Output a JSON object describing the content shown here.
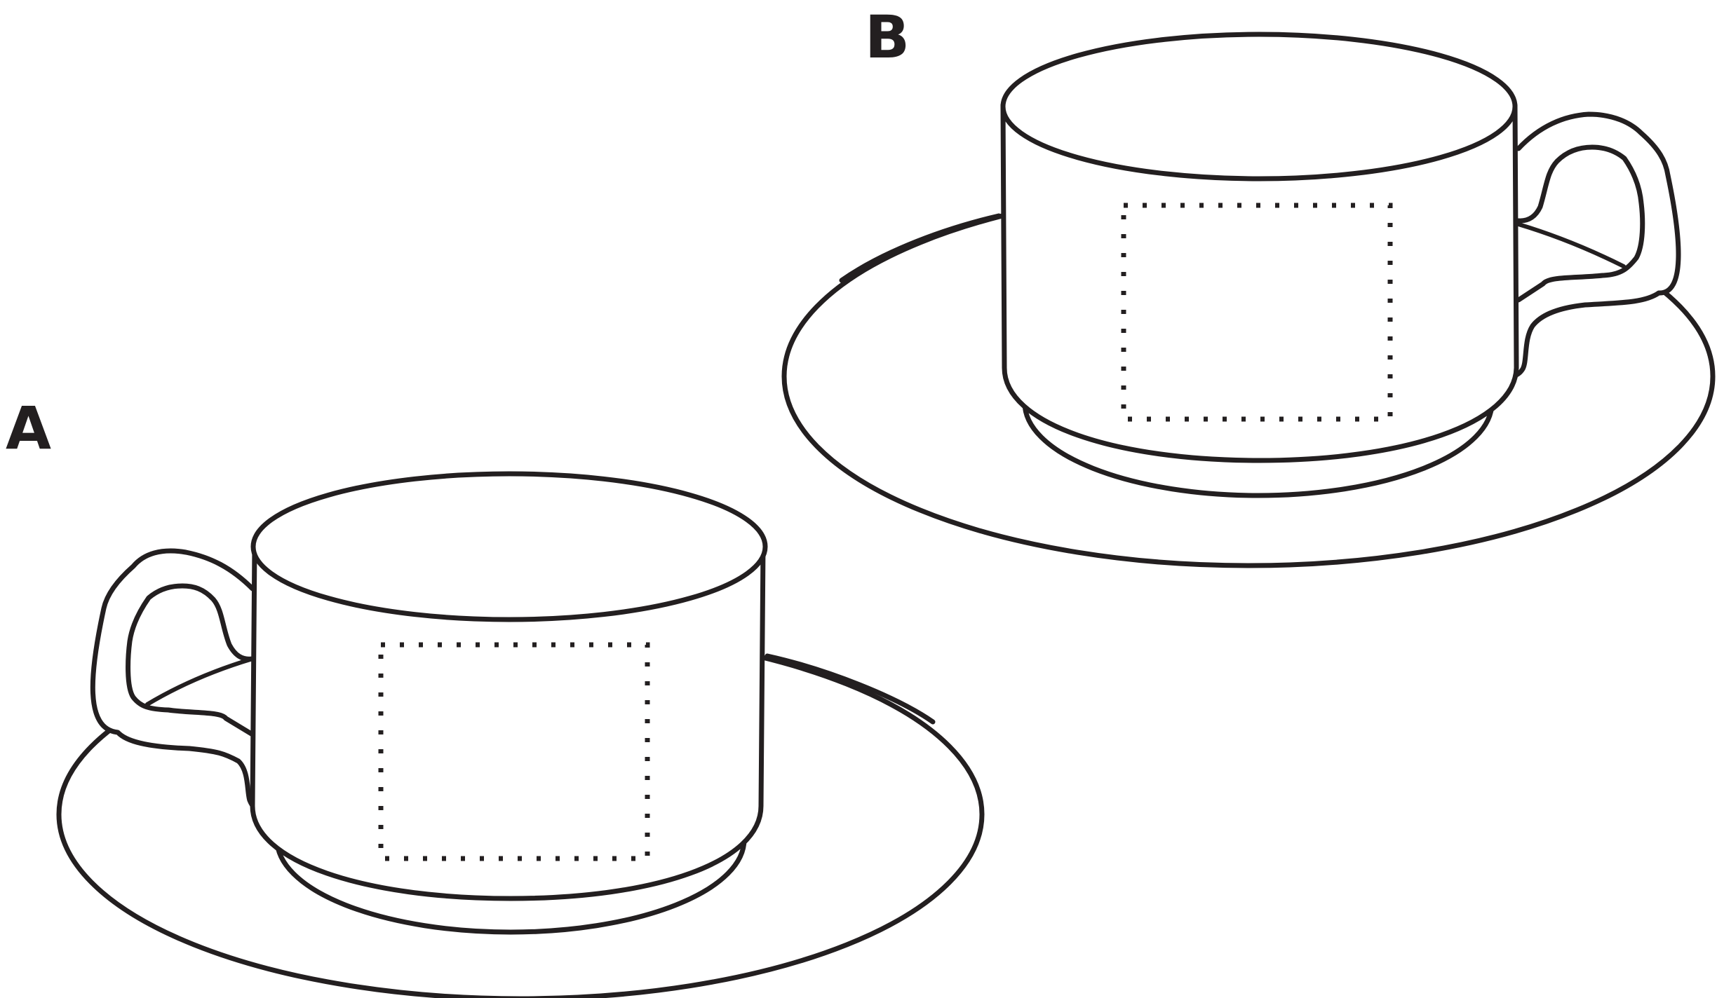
{
  "panels": [
    {
      "label": "A",
      "item": "cup-and-saucer",
      "handle_side": "left",
      "print_area": "dotted-rectangle"
    },
    {
      "label": "B",
      "item": "cup-and-saucer",
      "handle_side": "right",
      "print_area": "dotted-rectangle"
    }
  ],
  "colors": {
    "stroke": "#231f20",
    "background": "#ffffff"
  }
}
